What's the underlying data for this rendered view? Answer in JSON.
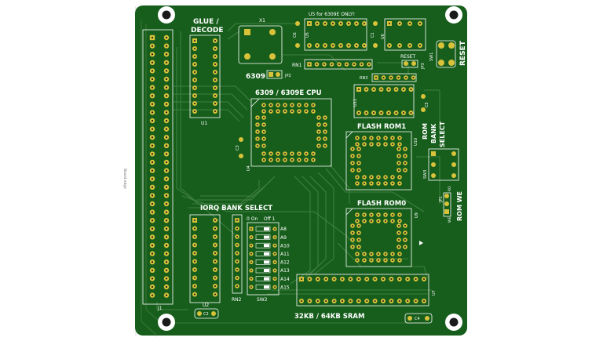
{
  "board": {
    "board_edge_label": "Board edge",
    "colors": {
      "substrate": "#175e1d",
      "copper": "#2f6e2f",
      "pad": "#d8c23a",
      "silk": "#ffffff"
    }
  },
  "labels": {
    "glue_decode_1": "GLUE /",
    "glue_decode_2": "DECODE",
    "u1": "U1",
    "x1": "X1",
    "u5_note": "U5 for 6309E ONLY!",
    "u5": "U5",
    "c6": "C6",
    "c1": "C1",
    "u6": "U6",
    "rn1": "RN1",
    "reset_small": "RESET",
    "jp3": "JP3",
    "sw1": "SW1",
    "reset": "RESET",
    "cpu_6309": "6309",
    "jp2": "JP2",
    "rn3": "RN3",
    "cpu_title": "6309 / 6309E CPU",
    "c3": "C3",
    "u4": "U4",
    "u11": "U11",
    "c5": "C5",
    "flash_rom1": "FLASH ROM1",
    "rom_bank_1": "ROM",
    "rom_bank_2": "BANK",
    "rom_bank_3": "SELECT",
    "u10": "U10",
    "sw3": "SW3",
    "iorq_bank": "IORQ BANK SELECT",
    "sw_header": "0 On    Off 1",
    "flash_rom0": "FLASH ROM0",
    "jp1": "JP1",
    "rom_we": "ROM WE",
    "u9": "U9",
    "u2": "U2",
    "rn2": "RN2",
    "sw2": "SW2",
    "u7": "U7",
    "c2": "C2",
    "c4": "C4",
    "j1": "J1",
    "sram": "32KB / 64KB SRAM",
    "ro": "RO",
    "we": "WE"
  },
  "switches": [
    "A8",
    "A9",
    "A10",
    "A11",
    "A12",
    "A13",
    "A14",
    "A15"
  ]
}
